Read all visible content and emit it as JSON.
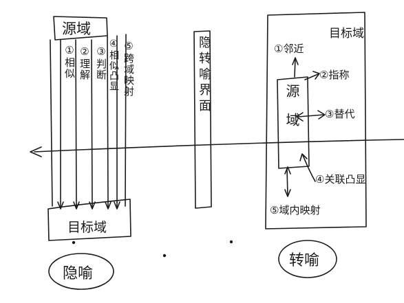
{
  "metaphor": {
    "source_domain": "源域",
    "target_domain": "目标域",
    "mappings": [
      "①相似",
      "②理解",
      "③判断",
      "④相似凸显",
      "⑤跨域映射"
    ],
    "label": "隐喻"
  },
  "boundary": {
    "label": "隐转喻界面"
  },
  "metonymy": {
    "target_domain": "目标域",
    "source_domain": "源域",
    "relations": [
      "①邻近",
      "②指称",
      "③替代",
      "④关联凸显",
      "⑤域内映射"
    ],
    "label": "转喻"
  },
  "colors": {
    "ink": "#1a1a1a",
    "paper": "#ffffff"
  }
}
